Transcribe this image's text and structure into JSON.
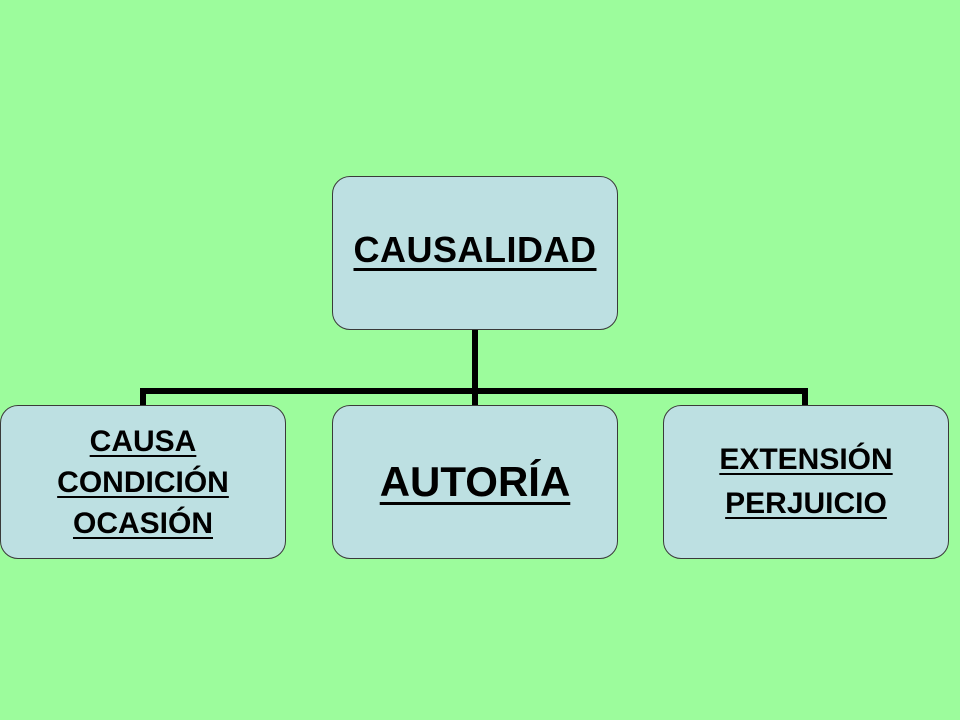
{
  "background_color": "#9cfc9c",
  "node_color": "#bde0e2",
  "connector_color": "#000000",
  "root": {
    "label": "CAUSALIDAD"
  },
  "children": [
    {
      "lines": [
        "CAUSA",
        "CONDICIÓN",
        "OCASIÓN"
      ]
    },
    {
      "lines": [
        "AUTORÍA"
      ]
    },
    {
      "lines": [
        "EXTENSIÓN",
        "PERJUICIO"
      ]
    }
  ]
}
